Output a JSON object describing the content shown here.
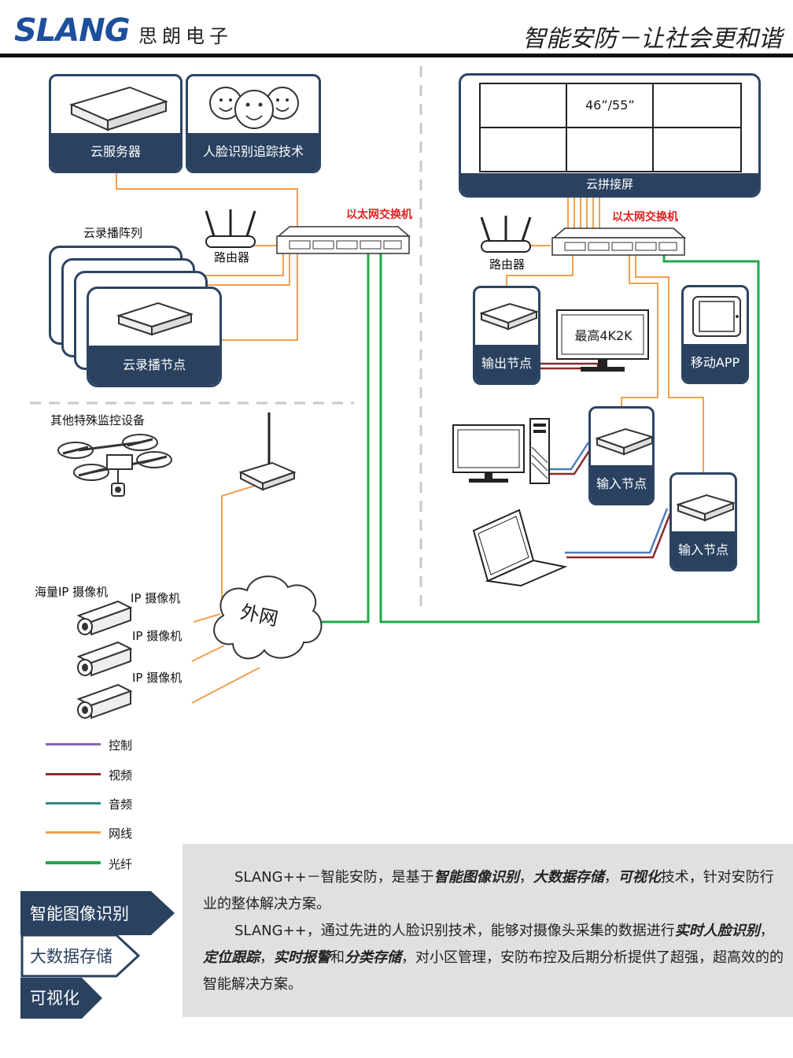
{
  "header": {
    "logo": "SLANG",
    "logo_cn": "思朗电子",
    "slogan": "智能安防－让社会更和谐"
  },
  "left": {
    "cloud_server": "云服务器",
    "face_tech": "人脸识别追踪技术",
    "switch_label": "以太网交换机",
    "router_label": "路由器",
    "record_array": "云录播阵列",
    "record_node": "云录播节点",
    "other_devices": "其他特殊监控设备",
    "mass_camera": "海量IP 摄像机",
    "camera1": "IP 摄像机",
    "camera2": "IP 摄像机",
    "camera3": "IP 摄像机",
    "internet": "外网"
  },
  "right": {
    "screen_size": "46”/55”",
    "wall_label": "云拼接屏",
    "switch_label": "以太网交换机",
    "router_label": "路由器",
    "output_node": "输出节点",
    "max_res": "最高4K2K",
    "mobile_app": "移动APP",
    "input_node1": "输入节点",
    "input_node2": "输入节点"
  },
  "legend": [
    {
      "label": "控制",
      "color": "#8a64b4"
    },
    {
      "label": "视频",
      "color": "#8b2a2a"
    },
    {
      "label": "音频",
      "color": "#2c8a8a"
    },
    {
      "label": "网线",
      "color": "#f0a050"
    },
    {
      "label": "光纤",
      "color": "#21a84a"
    }
  ],
  "tags": [
    {
      "label": "智能图像识别"
    },
    {
      "label": "大数据存储"
    },
    {
      "label": "可视化"
    }
  ],
  "description": {
    "p1_pre": "SLANG++－智能安防，是基于",
    "p1_b1": "智能图像识别",
    "p1_sep1": "，",
    "p1_b2": "大数据存储",
    "p1_sep2": "，",
    "p1_b3": "可视化",
    "p1_post": "技术，针对安防行业的整体解决方案。",
    "p2_pre": "SLANG++，通过先进的人脸识别技术，能够对摄像头采集的数据进行",
    "p2_b1": "实时人脸识别",
    "p2_sep1": "，",
    "p2_b2": "定位跟踪",
    "p2_sep2": "，",
    "p2_b3": "实时报警",
    "p2_mid": "和",
    "p2_b4": "分类存储",
    "p2_post": "，对小区管理，安防布控及后期分析提供了超强，超高效的的智能解决方案。"
  }
}
